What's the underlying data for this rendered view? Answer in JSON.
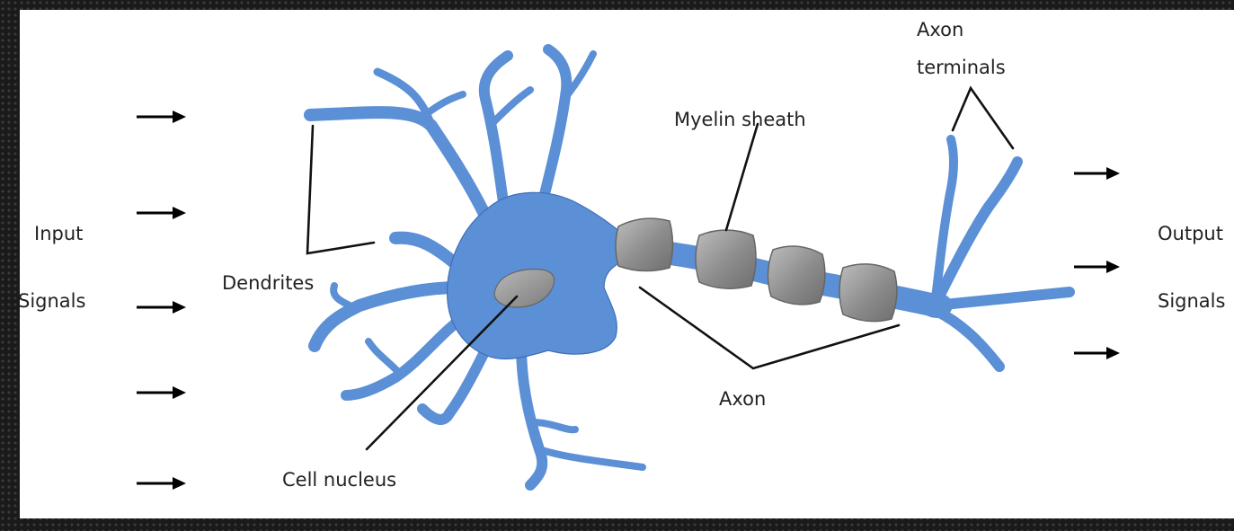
{
  "labels": {
    "input_line1": "Input",
    "input_line2": "Signals",
    "output_line1": "Output",
    "output_line2": "Signals",
    "dendrites": "Dendrites",
    "cell_nucleus": "Cell nucleus",
    "myelin_sheath": "Myelin sheath",
    "axon": "Axon",
    "axon_terminals_line1": "Axon",
    "axon_terminals_line2": "terminals"
  },
  "colors": {
    "neuron": "#5b8fd6",
    "sheath": "#8a8a8a",
    "background": "#1a1a1a"
  },
  "icons": [
    "arrow-right-icon"
  ]
}
